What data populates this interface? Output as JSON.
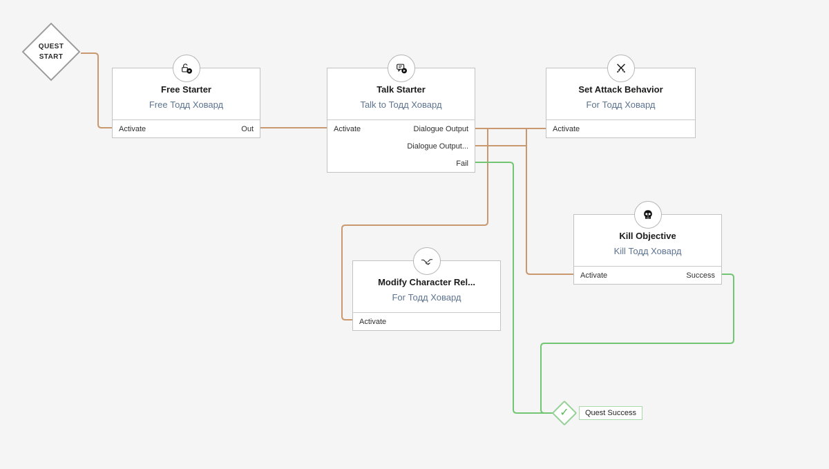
{
  "colors": {
    "background": "#f5f5f5",
    "flow_wire": "#c9986f",
    "success_wire": "#72c572",
    "node_border": "#c2c2c2",
    "subtitle_text": "#5d7390",
    "success_accent": "#55b855"
  },
  "quest_start": {
    "line1": "QUEST",
    "line2": "START"
  },
  "quest_success": {
    "check": "✓",
    "label": "Quest Success"
  },
  "nodes": [
    {
      "id": "free-starter",
      "icon": "unlock-play-icon",
      "title": "Free Starter",
      "subtitle": "Free Тодд Ховард",
      "ports": [
        {
          "label": "Activate",
          "side": "left"
        },
        {
          "label": "Out",
          "side": "right"
        }
      ]
    },
    {
      "id": "talk-starter",
      "icon": "chat-play-icon",
      "title": "Talk Starter",
      "subtitle": "Talk to Тодд Ховард",
      "ports": [
        {
          "label": "Activate",
          "side": "left"
        },
        {
          "label": "Dialogue Output",
          "side": "right"
        },
        {
          "label": "Dialogue Output...",
          "side": "right"
        },
        {
          "label": "Fail",
          "side": "right"
        }
      ]
    },
    {
      "id": "set-attack-behavior",
      "icon": "crossed-swords-icon",
      "title": "Set Attack Behavior",
      "subtitle": "For Тодд Ховард",
      "ports": [
        {
          "label": "Activate",
          "side": "left"
        }
      ]
    },
    {
      "id": "kill-objective",
      "icon": "skull-icon",
      "title": "Kill Objective",
      "subtitle": "Kill Тодд Ховард",
      "ports": [
        {
          "label": "Activate",
          "side": "left"
        },
        {
          "label": "Success",
          "side": "right"
        }
      ]
    },
    {
      "id": "modify-character-rel",
      "icon": "handshake-icon",
      "title": "Modify Character Rel...",
      "subtitle": "For Тодд Ховард",
      "ports": [
        {
          "label": "Activate",
          "side": "left"
        }
      ]
    }
  ],
  "connections": [
    {
      "from": "quest-start",
      "to": "free-starter.Activate",
      "kind": "flow"
    },
    {
      "from": "free-starter.Out",
      "to": "talk-starter.Activate",
      "kind": "flow"
    },
    {
      "from": "talk-starter.Dialogue Output",
      "to": "set-attack-behavior.Activate",
      "kind": "flow"
    },
    {
      "from": "talk-starter.Dialogue Output",
      "to": "modify-character-rel.Activate",
      "kind": "flow"
    },
    {
      "from": "talk-starter.Dialogue Output...",
      "to": "kill-objective.Activate",
      "kind": "flow"
    },
    {
      "from": "talk-starter.Fail",
      "to": "quest-success",
      "kind": "success"
    },
    {
      "from": "kill-objective.Success",
      "to": "quest-success",
      "kind": "success"
    }
  ]
}
